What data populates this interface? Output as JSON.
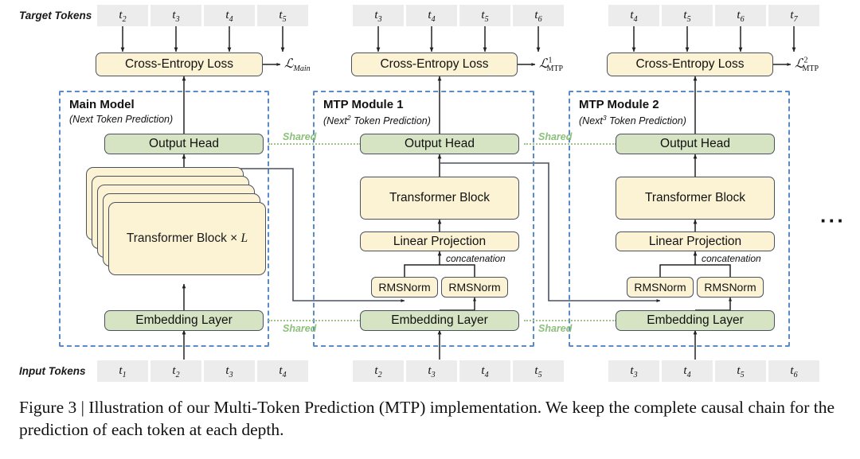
{
  "figure": {
    "caption": "Figure 3 | Illustration of our Multi-Token Prediction (MTP) implementation. We keep the complete causal chain for the prediction of each token at each depth.",
    "ellipsis": "···"
  },
  "row_labels": {
    "target": "Target Tokens",
    "input": "Input Tokens"
  },
  "colors": {
    "cream": "#fcf3d5",
    "green": "#d6e4c4",
    "module_border": "#5b8bc6",
    "shared": "#8cc07a",
    "token_chip": "#ececec",
    "box_border": "#4a5160"
  },
  "columns": [
    {
      "id": "main",
      "title": "Main Model",
      "subtitle": "(Next Token Prediction)",
      "subtitle_sup": "",
      "loss": {
        "symbol": "ℒ",
        "sub": "Main",
        "sup": ""
      },
      "loss_text": "ℒMain",
      "loss_box": "Cross-Entropy Loss",
      "target_tokens": [
        "t2",
        "t3",
        "t4",
        "t5"
      ],
      "input_tokens": [
        "t1",
        "t2",
        "t3",
        "t4"
      ],
      "blocks": {
        "output_head": "Output Head",
        "transformer": "Transformer Block × L",
        "embedding": "Embedding Layer"
      }
    },
    {
      "id": "mtp1",
      "title": "MTP Module 1",
      "subtitle": "(Next² Token Prediction)",
      "subtitle_sup": "2",
      "loss": {
        "symbol": "ℒ",
        "sub": "MTP",
        "sup": "1"
      },
      "loss_text": "ℒ1MTP",
      "loss_box": "Cross-Entropy Loss",
      "target_tokens": [
        "t3",
        "t4",
        "t5",
        "t6"
      ],
      "input_tokens": [
        "t2",
        "t3",
        "t4",
        "t5"
      ],
      "blocks": {
        "output_head": "Output Head",
        "transformer": "Transformer Block",
        "linear": "Linear Projection",
        "rmsnorm_left": "RMSNorm",
        "rmsnorm_right": "RMSNorm",
        "embedding": "Embedding Layer",
        "concatenation": "concatenation"
      }
    },
    {
      "id": "mtp2",
      "title": "MTP Module 2",
      "subtitle": "(Next³ Token Prediction)",
      "subtitle_sup": "3",
      "loss": {
        "symbol": "ℒ",
        "sub": "MTP",
        "sup": "2"
      },
      "loss_text": "ℒ2MTP",
      "loss_box": "Cross-Entropy Loss",
      "target_tokens": [
        "t4",
        "t5",
        "t6",
        "t7"
      ],
      "input_tokens": [
        "t3",
        "t4",
        "t5",
        "t6"
      ],
      "blocks": {
        "output_head": "Output Head",
        "transformer": "Transformer Block",
        "linear": "Linear Projection",
        "rmsnorm_left": "RMSNorm",
        "rmsnorm_right": "RMSNorm",
        "embedding": "Embedding Layer",
        "concatenation": "concatenation"
      }
    }
  ],
  "shared_links": [
    {
      "label": "Shared",
      "which": "output-head"
    },
    {
      "label": "Shared",
      "which": "embedding"
    },
    {
      "label": "Shared",
      "which": "output-head"
    },
    {
      "label": "Shared",
      "which": "embedding"
    }
  ]
}
